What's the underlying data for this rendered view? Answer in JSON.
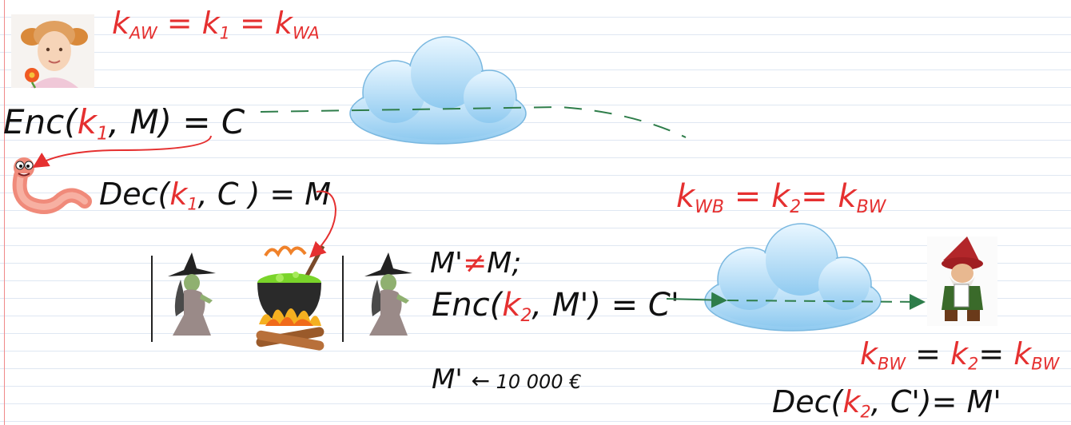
{
  "notes": {
    "key_aw": {
      "k": "k",
      "aw_sub": "AW",
      "eq1": " = ",
      "k2": "k",
      "one_sub": "1",
      "eq2": " = ",
      "k3": "k",
      "wa_sub": "WA"
    },
    "enc1": {
      "fn": "Enc(",
      "k": "k",
      "k_sub": "1",
      "rest": ", M) = C"
    },
    "dec1": {
      "fn": "Dec(",
      "k": "k",
      "k_sub": "1",
      "rest": ", C ) = M"
    },
    "key_wb": {
      "k": "k",
      "wb_sub": "WB",
      "eq1": " =  ",
      "k2": "k",
      "two_sub": "2",
      "eq2": "= ",
      "k3": "k",
      "bw_sub": "BW"
    },
    "neq": {
      "left": "M'",
      "neq": "≠",
      "right": "M;"
    },
    "enc2": {
      "fn": "Enc(",
      "k": "k",
      "k_sub": "2",
      "rest": ", M') = C'"
    },
    "m_assign": {
      "left": "M' ",
      "arrow": "←",
      "value": " 10 000 €"
    },
    "key_bw": {
      "k": "k",
      "bw_sub": "BW",
      "eq1": " = ",
      "k2": "k",
      "two_sub": "2",
      "eq2": "= ",
      "k3": "k",
      "bw_sub2": "BW"
    },
    "dec2": {
      "fn": "Dec(",
      "k": "k",
      "k_sub": "2",
      "rest": ", C')= M'"
    }
  },
  "colors": {
    "ink": "#111111",
    "key_red": "#e53030",
    "arrow_red": "#e53030",
    "arrow_green": "#2e7d4a",
    "cloud_blue": "#bfe3f8",
    "margin_red": "#f08a8a",
    "ruling_blue": "#dfe7f2"
  },
  "icons": [
    "girl-avatar-icon",
    "worm-icon",
    "witch-icon",
    "cauldron-icon",
    "gnome-icon",
    "cloud-icon"
  ]
}
